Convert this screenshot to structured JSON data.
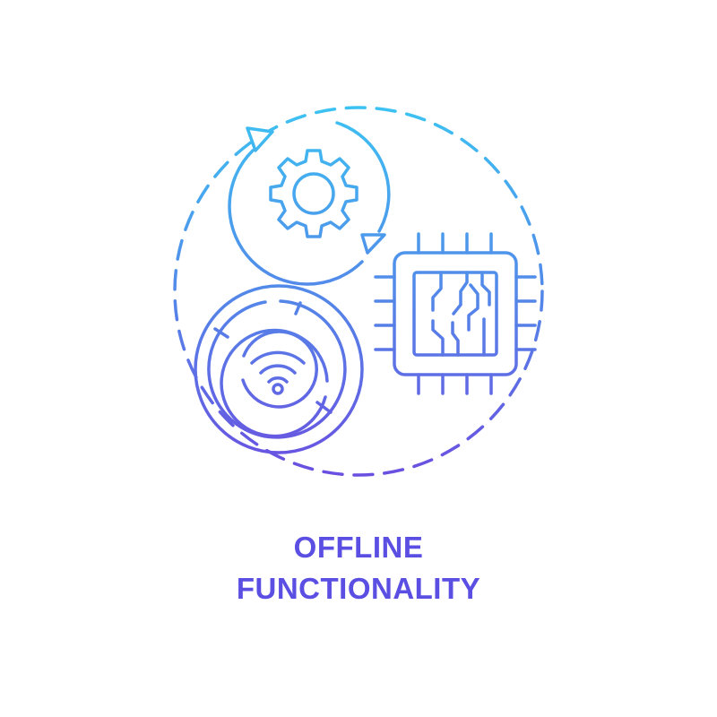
{
  "caption": {
    "line1": "OFFLINE",
    "line2": "FUNCTIONALITY"
  },
  "icons": {
    "cycle": "circular-arrows-icon",
    "gear": "gear-icon",
    "chip": "microchip-icon",
    "wifi": "wifi-icon",
    "maze": "maze-icon",
    "ring": "dashed-circle"
  },
  "colors": {
    "gradient_top": "#3cc2f2",
    "gradient_bottom": "#6a4fe0",
    "caption": "#5b4ee3",
    "background": "#ffffff"
  }
}
